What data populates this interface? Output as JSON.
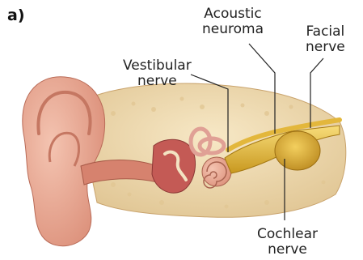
{
  "panel_label": "a)",
  "labels": {
    "acoustic_neuroma": [
      "Acoustic",
      "neuroma"
    ],
    "facial_nerve": [
      "Facial",
      "nerve"
    ],
    "vestibular_nerve": [
      "Vestibular",
      "nerve"
    ],
    "cochlear_nerve": [
      "Cochlear",
      "nerve"
    ]
  },
  "colors": {
    "skin": "#e8a58f",
    "skin_shadow": "#c97a68",
    "bone": "#f1dcae",
    "bone_shadow": "#d9b982",
    "nerve": "#e8c245",
    "tumor": "#d9a52f",
    "cochlea": "#e2a79a"
  }
}
